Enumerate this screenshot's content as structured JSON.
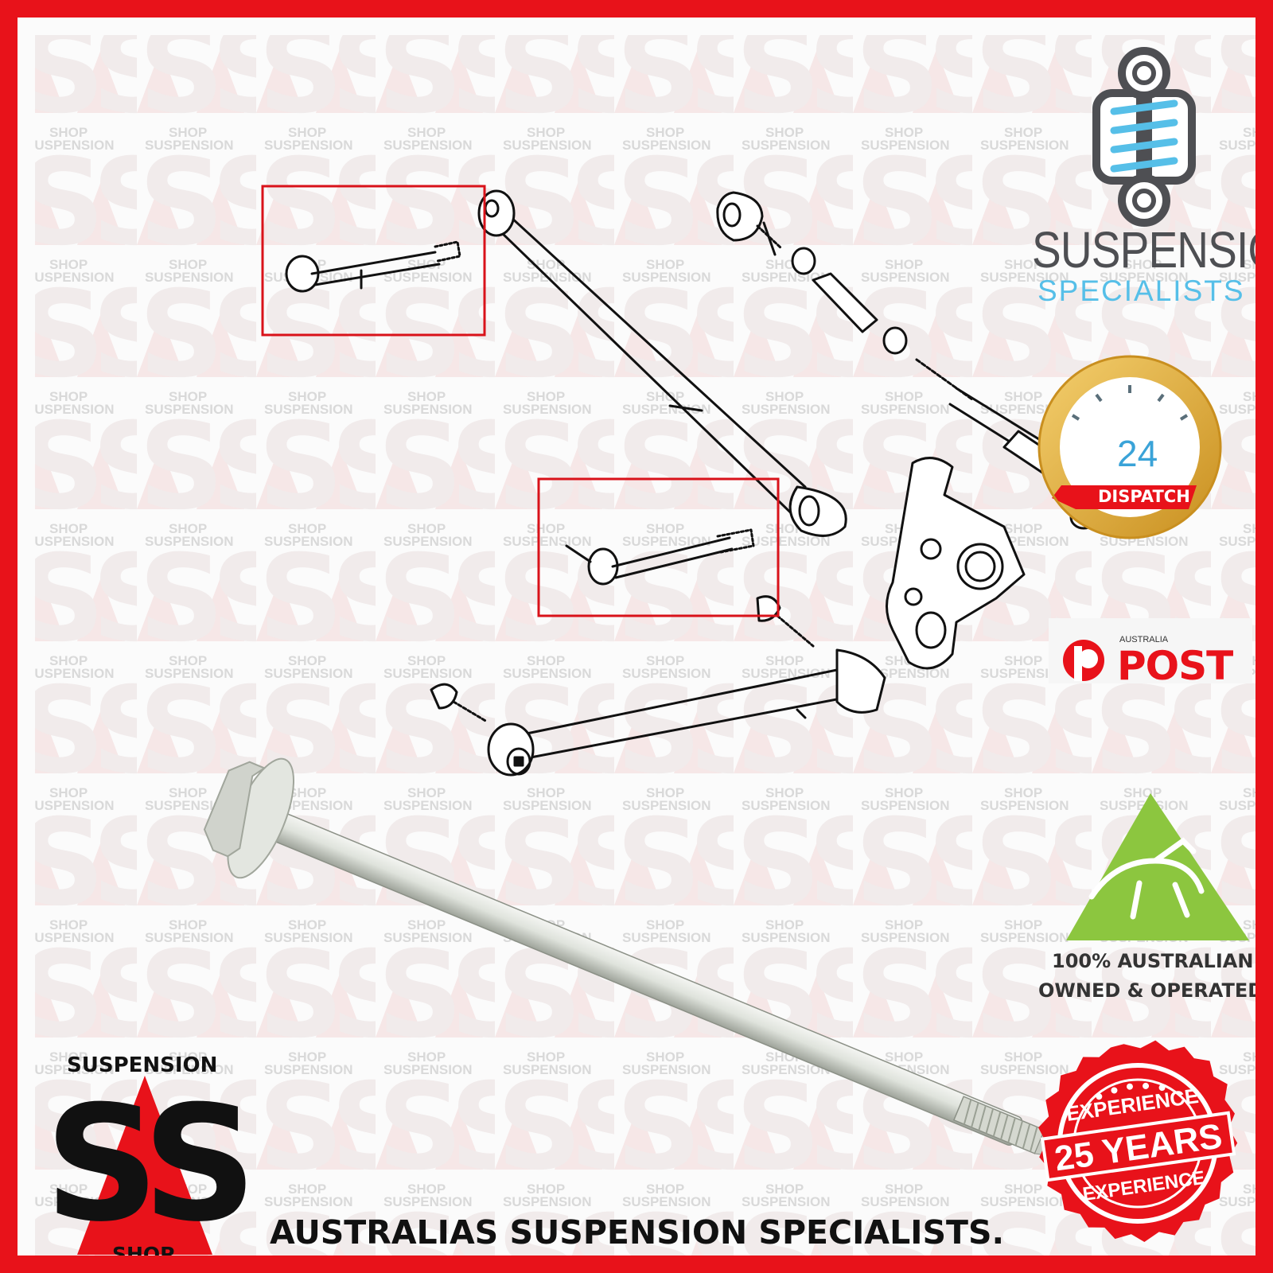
{
  "brand": {
    "title": "SUSPENSION",
    "subtitle": "SPECIALISTS"
  },
  "watermark": {
    "letters": "SS",
    "word_top": "SHOP",
    "word_bottom": "SUSPENSION"
  },
  "badges": {
    "dispatch_hours": "24",
    "dispatch_label": "DISPATCH",
    "post_small": "AUSTRALIA",
    "post_big": "POST",
    "owned_line1": "100% AUSTRALIAN",
    "owned_line2": "OWNED & OPERATED",
    "experience_top": "EXPERIENCE",
    "experience_main": "25 YEARS",
    "experience_bottom": "EXPERIENCE"
  },
  "shop_logo": {
    "top": "SUSPENSION",
    "bottom": "SHOP"
  },
  "tagline": "AUSTRALIAS SUSPENSION SPECIALISTS.",
  "colors": {
    "frame": "#e8121a",
    "brand_grey": "#4e4f53",
    "brand_blue": "#56bfe8",
    "gold": "#e9b640",
    "green": "#8cc63f",
    "highlight_box": "#d9121a"
  },
  "icons": [
    "shock-absorber-icon",
    "clock-icon",
    "australia-map-icon",
    "kangaroo-icon",
    "post-logo-icon"
  ]
}
